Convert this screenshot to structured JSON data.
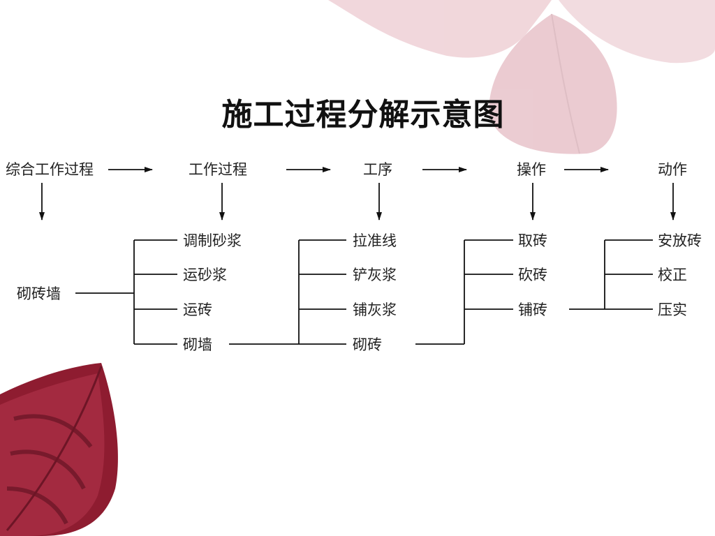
{
  "title": "施工过程分解示意图",
  "levels": [
    "综合工作过程",
    "工作过程",
    "工序",
    "操作",
    "动作"
  ],
  "composite_process": "砌砖墙",
  "work_processes": [
    "调制砂浆",
    "运砂浆",
    "运砖",
    "砌墙"
  ],
  "procedures": [
    "拉准线",
    "铲灰浆",
    "铺灰浆",
    "砌砖"
  ],
  "operations": [
    "取砖",
    "砍砖",
    "铺砖"
  ],
  "actions": [
    "安放砖",
    "校正",
    "压实"
  ]
}
